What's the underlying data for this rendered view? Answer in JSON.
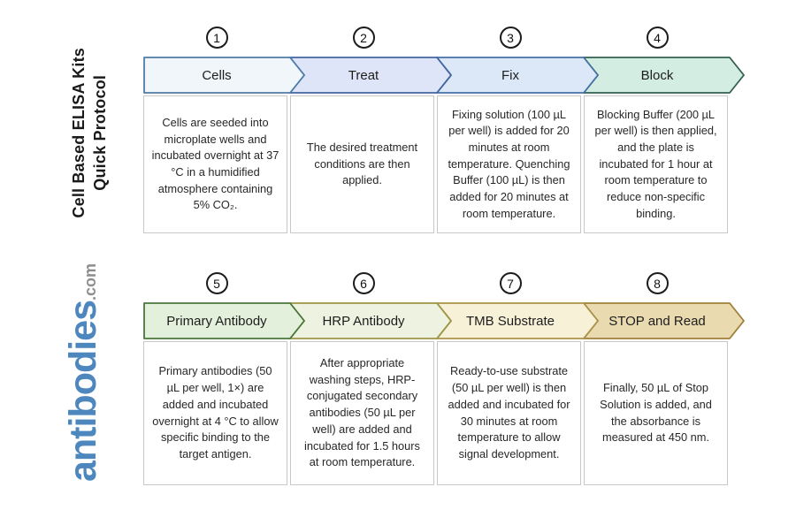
{
  "brand": {
    "title_line1": "Cell Based ELISA Kits",
    "title_line2": "Quick Protocol",
    "logo_name": "antibodies",
    "logo_tld": ".com",
    "logo_color": "#4e87be",
    "logo_tld_color": "#8e8e8e"
  },
  "steps": [
    {
      "number": "1",
      "label": "Cells",
      "fill": "#f0f6fa",
      "stroke": "#4f7ca8",
      "description": "Cells are seeded into microplate wells and incubated overnight at 37 °C in a humidified atmosphere containing 5% CO₂."
    },
    {
      "number": "2",
      "label": "Treat",
      "fill": "#dfe5f8",
      "stroke": "#43659f",
      "description": "The desired treatment conditions are then applied."
    },
    {
      "number": "3",
      "label": "Fix",
      "fill": "#dce8f8",
      "stroke": "#4470a5",
      "description": "Fixing solution (100 µL per well) is added for 20 minutes at room temperature. Quenching Buffer (100 µL) is then added for 20 minutes at room temperature."
    },
    {
      "number": "4",
      "label": "Block",
      "fill": "#d4ede2",
      "stroke": "#33604f",
      "description": "Blocking Buffer (200 µL per well) is then applied, and the plate is incubated for 1 hour at room temperature to reduce non-specific binding."
    },
    {
      "number": "5",
      "label": "Primary Antibody",
      "fill": "#e3f0dc",
      "stroke": "#49763b",
      "description": "Primary antibodies (50 µL per well, 1×) are added and incubated overnight at 4 °C to allow specific binding to the target antigen."
    },
    {
      "number": "6",
      "label": "HRP Antibody",
      "fill": "#eef3e1",
      "stroke": "#9d9545",
      "description": "After appropriate washing steps, HRP-conjugated secondary antibodies (50 µL per well) are added and incubated for 1.5 hours at room temperature."
    },
    {
      "number": "7",
      "label": "TMB Substrate",
      "fill": "#f6f1d7",
      "stroke": "#ab9248",
      "description": "Ready-to-use substrate (50 µL per well) is then added and incubated for 30 minutes at room temperature to allow signal development."
    },
    {
      "number": "8",
      "label": "STOP and Read",
      "fill": "#e9dab0",
      "stroke": "#a08038",
      "description": "Finally, 50 µL of Stop Solution is added, and the absorbance is measured at 450 nm."
    }
  ]
}
